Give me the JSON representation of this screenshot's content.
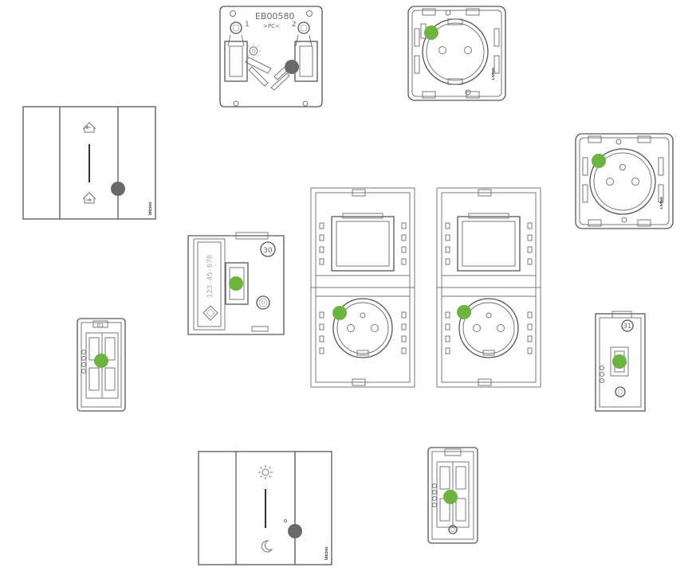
{
  "colors": {
    "active_marker": "#6db33f",
    "idle_marker": "#666a6d",
    "line": "#777777"
  },
  "labels": {
    "module_code": "EB00580",
    "connector_mark": ">PC<",
    "terminal_1": "1",
    "terminal_2": "2",
    "channel_30": "30",
    "channel_01": "01",
    "channel_31": "31",
    "serial_vertical": "123-45-678",
    "brand": "bticino",
    "socket_brand": "LIVING"
  },
  "icons": {
    "up": "house-arrow-in-icon",
    "down": "house-arrow-out-icon",
    "sun": "sun-icon",
    "moon": "moon-icon"
  },
  "markers": [
    {
      "id": "actuator-left",
      "state": "idle"
    },
    {
      "id": "usb-module",
      "state": "idle"
    },
    {
      "id": "schuko-top",
      "state": "active"
    },
    {
      "id": "french-right",
      "state": "active"
    },
    {
      "id": "rj-module",
      "state": "active"
    },
    {
      "id": "mech-left",
      "state": "active"
    },
    {
      "id": "frame1-socket",
      "state": "active"
    },
    {
      "id": "frame2-socket",
      "state": "active"
    },
    {
      "id": "relay-right",
      "state": "active"
    },
    {
      "id": "mech-bottom",
      "state": "active"
    },
    {
      "id": "dimmer-bottom",
      "state": "idle"
    }
  ]
}
